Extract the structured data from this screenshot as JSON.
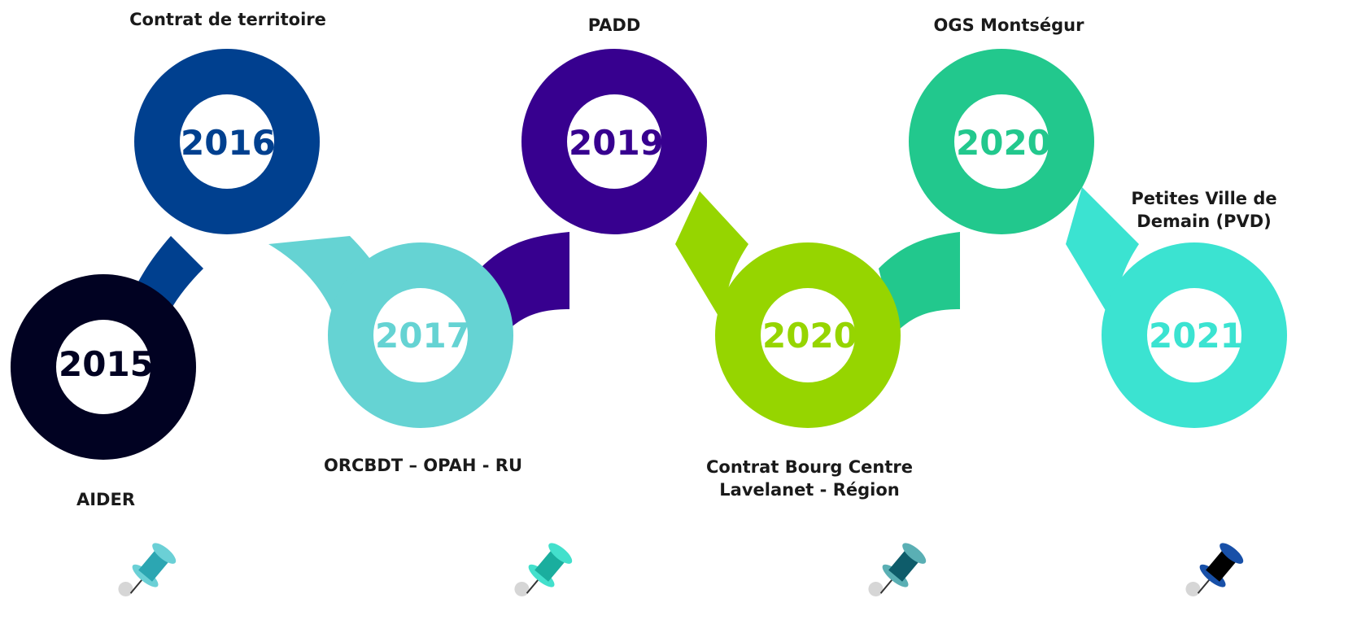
{
  "milestones": [
    {
      "year": "2015",
      "label": "AIDER",
      "color": "#010222"
    },
    {
      "year": "2016",
      "label": "Contrat de territoire",
      "color": "#00408F"
    },
    {
      "year": "2017",
      "label": "ORCBDT – OPAH - RU",
      "color": "#65D3D3"
    },
    {
      "year": "2019",
      "label": "PADD",
      "color": "#37008F"
    },
    {
      "year": "2020",
      "label_line1": "Contrat Bourg Centre",
      "label_line2": "Lavelanet - Région",
      "color": "#96D500"
    },
    {
      "year": "2020",
      "label": "OGS Montségur",
      "color": "#22C88D"
    },
    {
      "year": "2021",
      "label_line1": "Petites Ville de",
      "label_line2": "Demain (PVD)",
      "color": "#3BE3D1"
    }
  ],
  "pins": [
    {
      "name": "pin-teal-icon",
      "head": "#6BD0D6",
      "body": "#2CA6B2"
    },
    {
      "name": "pin-turquoise-icon",
      "head": "#43E0CC",
      "body": "#1AAE9E"
    },
    {
      "name": "pin-petrol-icon",
      "head": "#5AAFB4",
      "body": "#0E5C6A"
    },
    {
      "name": "pin-navy-icon",
      "head": "#1850A8",
      "body": "#000000"
    }
  ]
}
